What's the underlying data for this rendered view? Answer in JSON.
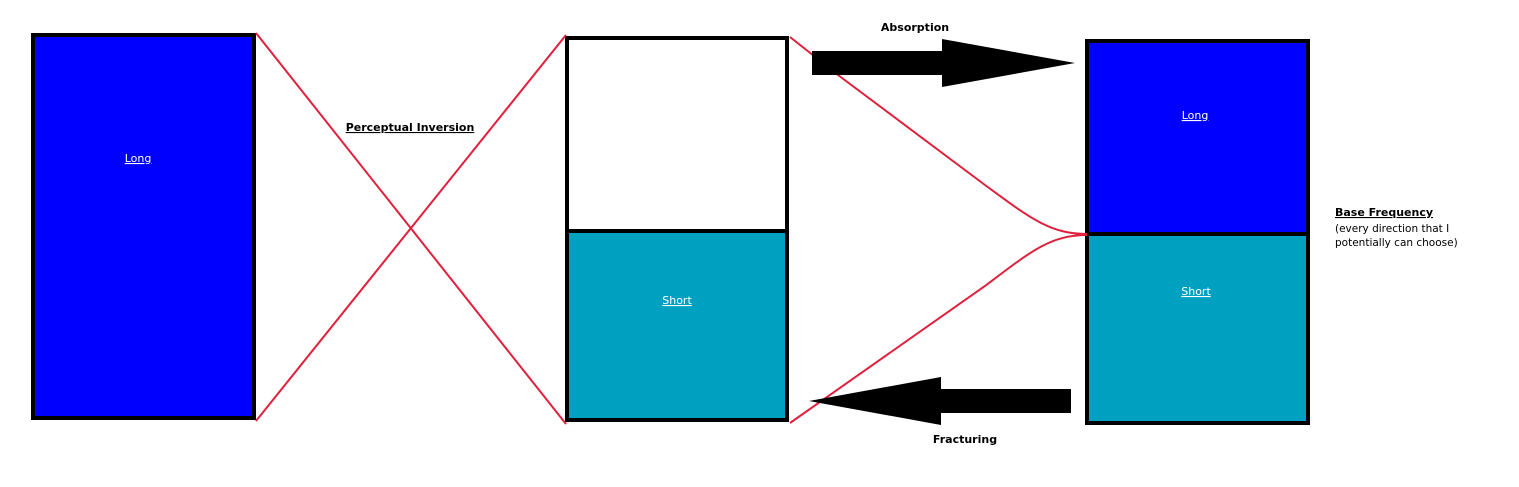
{
  "diagram": {
    "left_box": {
      "label": "Long"
    },
    "middle_box": {
      "top_label": "",
      "bottom_label": "Short"
    },
    "right_box": {
      "top_label": "Long",
      "bottom_label": "Short"
    },
    "perceptual_inversion": "Perceptual Inversion",
    "absorption": "Absorption",
    "fracturing": "Fracturing",
    "base_frequency": {
      "title": "Base Frequency",
      "note_line1": "(every direction that I",
      "note_line2": "potentially can choose)"
    }
  },
  "colors": {
    "long_blue": "#0000ff",
    "short_teal": "#00a0c0",
    "connector_red": "#e0203c",
    "arrow_black": "#000000",
    "border_black": "#000000"
  }
}
